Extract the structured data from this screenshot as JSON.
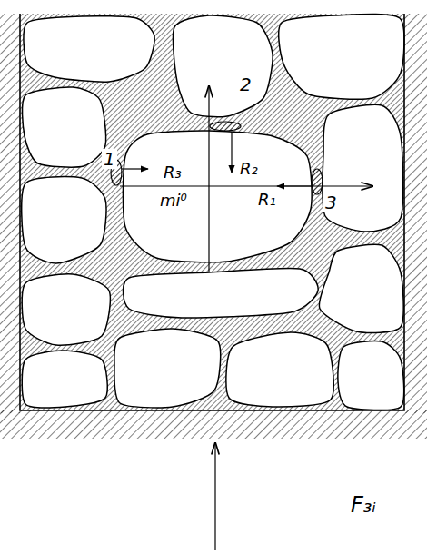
{
  "diagram": {
    "labels": [
      "2",
      "R₃",
      "R₂",
      "1",
      "mi⁰",
      "R₁",
      "3",
      "F₃ᵢ"
    ]
  }
}
